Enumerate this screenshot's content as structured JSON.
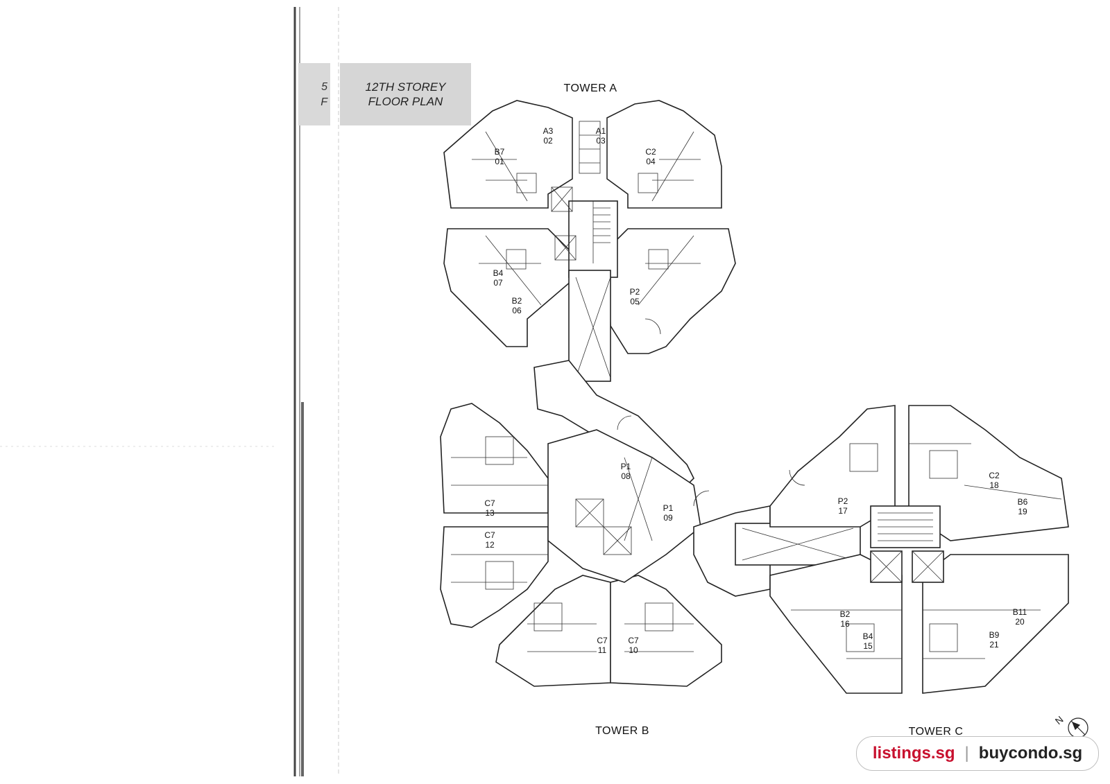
{
  "title": {
    "line1": "12TH STOREY",
    "line2": "FLOOR PLAN",
    "stub_top": "5",
    "stub_bottom": "F"
  },
  "towers": {
    "a": "TOWER A",
    "b": "TOWER B",
    "c": "TOWER C"
  },
  "units": [
    {
      "type": "B7",
      "no": "01"
    },
    {
      "type": "A3",
      "no": "02"
    },
    {
      "type": "A1",
      "no": "03"
    },
    {
      "type": "C2",
      "no": "04"
    },
    {
      "type": "P2",
      "no": "05"
    },
    {
      "type": "B2",
      "no": "06"
    },
    {
      "type": "B4",
      "no": "07"
    },
    {
      "type": "P1",
      "no": "08"
    },
    {
      "type": "P1",
      "no": "09"
    },
    {
      "type": "C7",
      "no": "10"
    },
    {
      "type": "C7",
      "no": "11"
    },
    {
      "type": "C7",
      "no": "12"
    },
    {
      "type": "C7",
      "no": "13"
    },
    {
      "type": "B4",
      "no": "15"
    },
    {
      "type": "B2",
      "no": "16"
    },
    {
      "type": "P2",
      "no": "17"
    },
    {
      "type": "C2",
      "no": "18"
    },
    {
      "type": "B6",
      "no": "19"
    },
    {
      "type": "B11",
      "no": "20"
    },
    {
      "type": "B9",
      "no": "21"
    }
  ],
  "compass": {
    "north": "N"
  },
  "footer": {
    "site1": "listings.sg",
    "separator": "|",
    "site2": "buycondo.sg"
  }
}
